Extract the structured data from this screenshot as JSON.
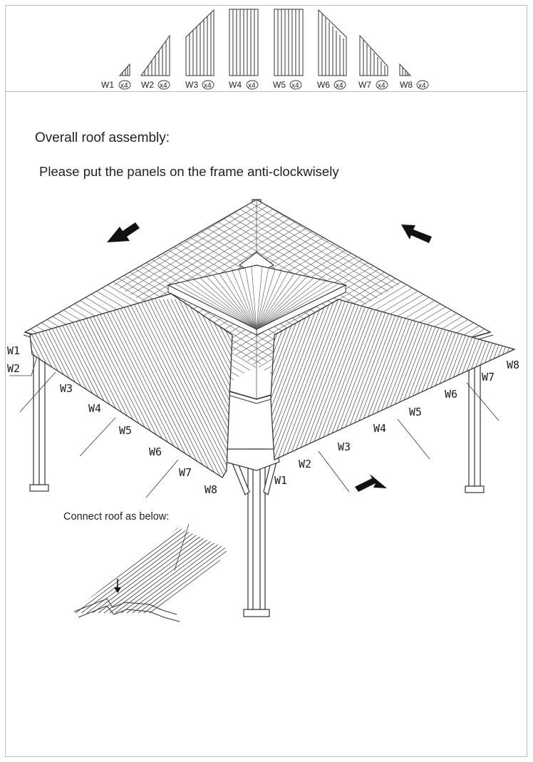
{
  "parts": [
    {
      "code": "W1",
      "qty": "x4"
    },
    {
      "code": "W2",
      "qty": "x4"
    },
    {
      "code": "W3",
      "qty": "x4"
    },
    {
      "code": "W4",
      "qty": "x4"
    },
    {
      "code": "W5",
      "qty": "x4"
    },
    {
      "code": "W6",
      "qty": "x4"
    },
    {
      "code": "W7",
      "qty": "x4"
    },
    {
      "code": "W8",
      "qty": "x4"
    }
  ],
  "heading": "Overall roof assembly:",
  "instruction": "Please put the panels on the frame anti-clockwisely",
  "connect_note": "Connect roof as below:",
  "labels": {
    "left": {
      "w1": "W1",
      "w2": "W2",
      "w3": "W3",
      "w4": "W4",
      "w5": "W5",
      "w6": "W6",
      "w7": "W7",
      "w8": "W8"
    },
    "front": {
      "w1": "W1",
      "w2": "W2",
      "w3": "W3",
      "w4": "W4",
      "w5": "W5",
      "w6": "W6",
      "w7": "W7",
      "w8": "W8"
    }
  }
}
